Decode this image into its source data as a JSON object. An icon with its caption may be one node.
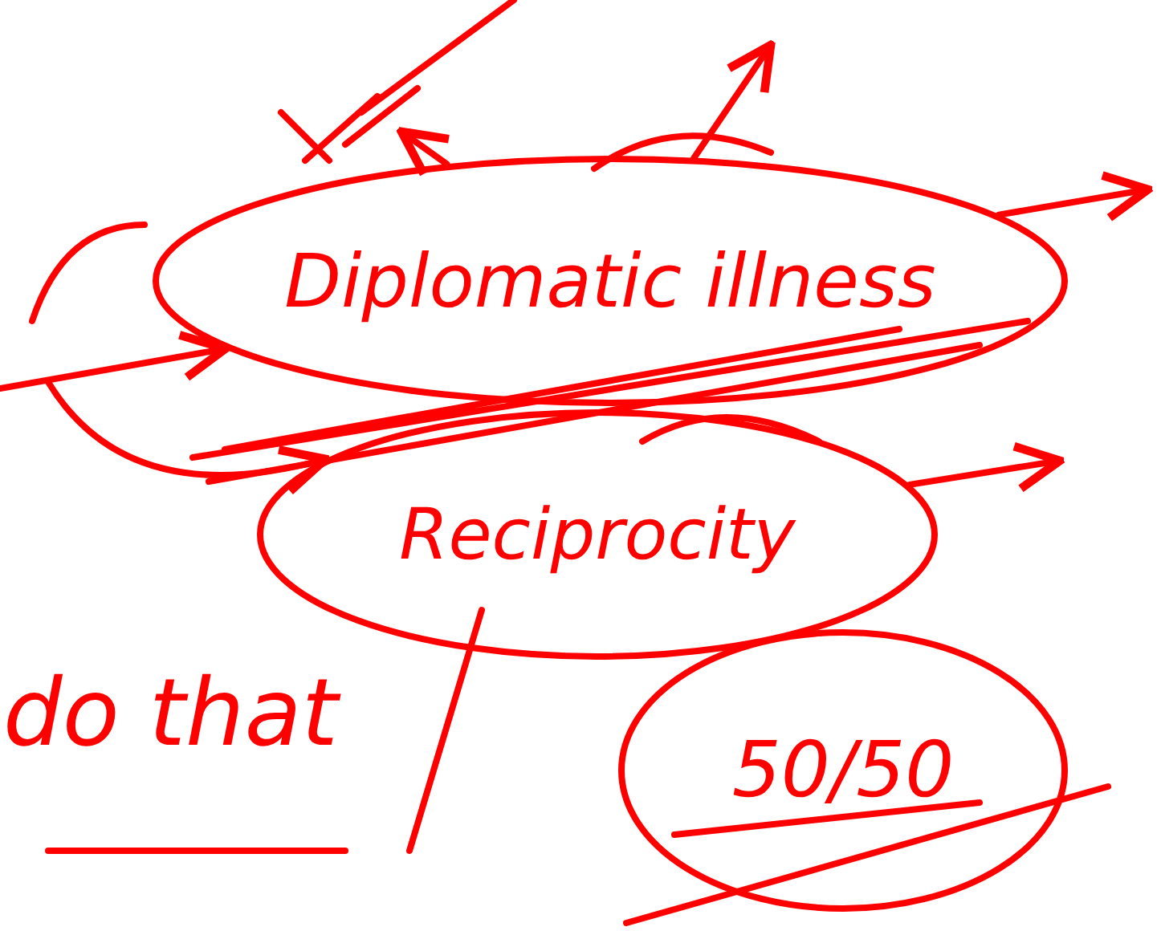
{
  "diagram": {
    "nodes": [
      {
        "text": [
          "Diplomatic illness"
        ]
      },
      {
        "text": [
          "Reciprocity"
        ]
      },
      {
        "text": [
          "50/50"
        ]
      }
    ],
    "edges": [
      {
        "from": null,
        "to": 0,
        "arrow": "to"
      },
      {
        "from": 0,
        "to": null,
        "arrow": "to"
      },
      {
        "from": 0,
        "to": null,
        "arrow": "to"
      },
      {
        "from": 0,
        "to": null,
        "arrow": "to"
      },
      {
        "from": 1,
        "to": null,
        "arrow": "to"
      },
      {
        "from": null,
        "to": 1,
        "arrow": "to"
      }
    ],
    "labels": [
      "do that"
    ]
  }
}
